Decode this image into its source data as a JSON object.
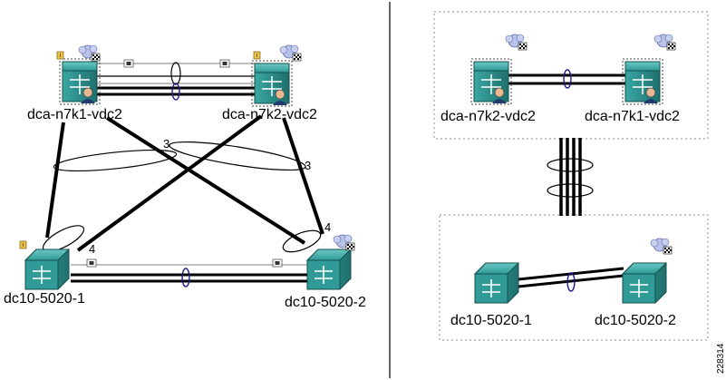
{
  "left": {
    "nodes": {
      "n7k1": {
        "label": "dca-n7k1-vdc2",
        "icon": "nexus-7000-vdc-icon"
      },
      "n7k2": {
        "label": "dca-n7k2-vdc2",
        "icon": "nexus-7000-vdc-icon"
      },
      "s1": {
        "label": "dc10-5020-1",
        "icon": "nexus-5020-switch-icon"
      },
      "s2": {
        "label": "dc10-5020-2",
        "icon": "nexus-5020-switch-icon"
      }
    },
    "bundle_counts": {
      "cross_left": "3",
      "cross_right": "3",
      "bottom_left": "4",
      "bottom_right": "4"
    }
  },
  "right": {
    "top_nodes": [
      {
        "label": "dca-n7k2-vdc2",
        "icon": "nexus-7000-vdc-icon"
      },
      {
        "label": "dca-n7k1-vdc2",
        "icon": "nexus-7000-vdc-icon"
      }
    ],
    "bottom_nodes": [
      {
        "label": "dc10-5020-1",
        "icon": "nexus-5020-switch-icon"
      },
      {
        "label": "dc10-5020-2",
        "icon": "nexus-5020-switch-icon"
      }
    ]
  },
  "figure_id": "228314",
  "colors": {
    "switch_teal": "#2f9a96",
    "switch_dark": "#1e6f6c",
    "link": "#000000",
    "bundle_ellipse": "#1a1a8c",
    "container_border": "#888888"
  }
}
